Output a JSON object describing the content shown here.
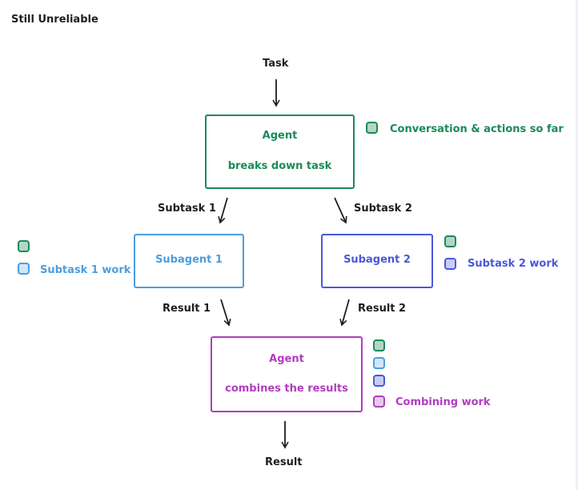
{
  "title": "Still Unreliable",
  "task_label": "Task",
  "result_label": "Result",
  "agent_top": {
    "line1": "Agent",
    "line2": "breaks down task"
  },
  "subtask1_label": "Subtask 1",
  "subtask2_label": "Subtask 2",
  "subagent1": "Subagent 1",
  "subagent2": "Subagent 2",
  "result1_label": "Result 1",
  "result2_label": "Result 2",
  "agent_bottom": {
    "line1": "Agent",
    "line2": "combines the results"
  },
  "annotations": {
    "conversation": "Conversation & actions so far",
    "subtask1_work": "Subtask 1 work",
    "subtask2_work": "Subtask 2 work",
    "combining_work": "Combining work"
  },
  "colors": {
    "agent": "#1a8a58",
    "subagent1": "#4a9ee0",
    "subagent2": "#4a58d8",
    "combine": "#b03dc0",
    "text": "#1e1e1e"
  }
}
